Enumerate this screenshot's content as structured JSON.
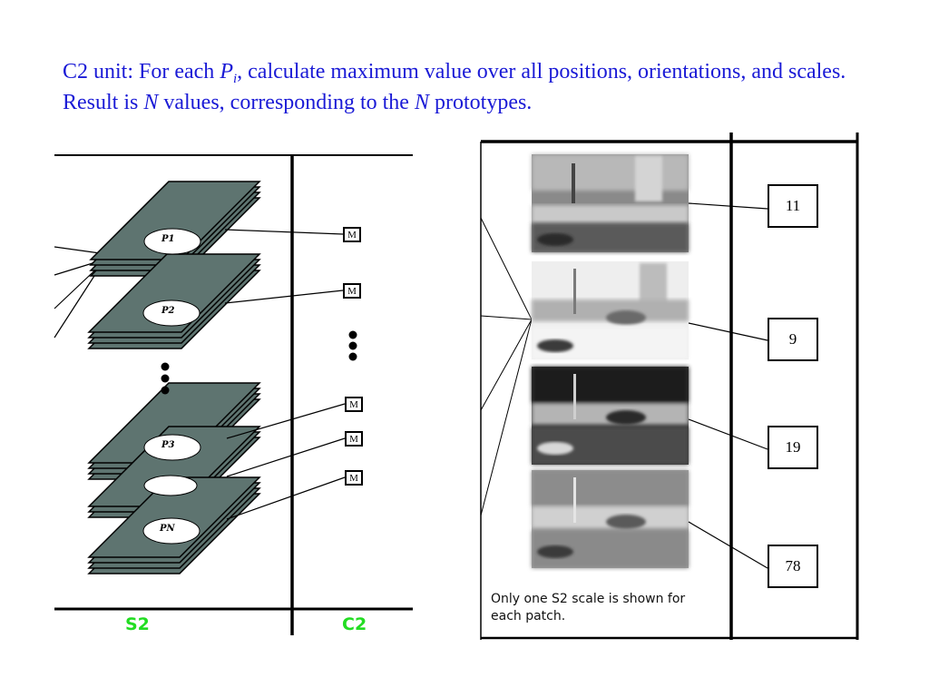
{
  "title": {
    "part1": "C2 unit:  For each ",
    "var_p": "P",
    "var_i": "i",
    "part2": ", calculate maximum value over all positions, orientations, and scales.  Result is ",
    "var_n1": "N",
    "part3": " values, corresponding to the ",
    "var_n2": "N",
    "part4": " prototypes."
  },
  "left_diagram": {
    "stacks": [
      {
        "label": "P1"
      },
      {
        "label": "P2"
      },
      {
        "label": "P3"
      },
      {
        "label": "PN"
      }
    ],
    "m_boxes": [
      "M",
      "M",
      "M",
      "M",
      "M"
    ],
    "s2_label": "S2",
    "c2_label": "C2"
  },
  "right_panel": {
    "values": [
      "11",
      "9",
      "19",
      "78"
    ],
    "caption": "Only one S2 scale is shown for each patch."
  },
  "colors": {
    "title_text": "#1a1ad6",
    "layer_label": "#22dd22",
    "sheet_fill": "#5e7470"
  }
}
